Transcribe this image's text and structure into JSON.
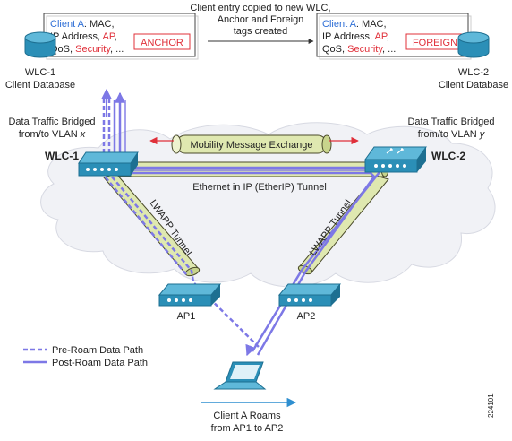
{
  "copy_note": [
    "Client entry copied to new WLC,",
    "Anchor and Foreign",
    "tags created"
  ],
  "wlc1_box": {
    "line1_prefix": "Client A",
    "line1_suffix": ": MAC,",
    "line2_prefix": "IP Address, ",
    "line2_ap": "AP",
    "line2_suffix": ",",
    "line3_prefix": "QoS, ",
    "line3_security": "Security",
    "line3_suffix": ", ...",
    "tag": "ANCHOR"
  },
  "wlc2_box": {
    "line1_prefix": "Client A",
    "line1_suffix": ": MAC,",
    "line2_prefix": "IP Address, ",
    "line2_ap": "AP",
    "line2_suffix": ",",
    "line3_prefix": "QoS, ",
    "line3_security": "Security",
    "line3_suffix": ", ...",
    "tag": "FOREIGN"
  },
  "db1": [
    "WLC-1",
    "Client Database"
  ],
  "db2": [
    "WLC-2",
    "Client Database"
  ],
  "bridged_left": {
    "line1": "Data Traffic Bridged",
    "line2_prefix": "from/to VLAN ",
    "line2_var": "x"
  },
  "bridged_right": {
    "line1": "Data Traffic Bridged",
    "line2_prefix": "from/to VLAN ",
    "line2_var": "y"
  },
  "wlc1_label": "WLC-1",
  "wlc2_label": "WLC-2",
  "mobility_label": "Mobility Message Exchange",
  "etherip_label": "Ethernet in IP (EtherIP) Tunnel",
  "lwapp_left": "LWAPP Tunnel",
  "lwapp_right": "LWAPP Tunnel",
  "ap1_label": "AP1",
  "ap2_label": "AP2",
  "legend": {
    "pre": "Pre-Roam Data Path",
    "post": "Post-Roam Data Path"
  },
  "roam_caption": [
    "Client A Roams",
    "from AP1 to AP2"
  ],
  "figure_id": "224101",
  "colors": {
    "client_blue": "#2f6fd6",
    "red": "#e0303a",
    "path_blue": "#7d78e6",
    "tunnel_green": "#dfe8b0",
    "device_teal": "#2b8fb7",
    "cloud": "#f2f3f6"
  }
}
